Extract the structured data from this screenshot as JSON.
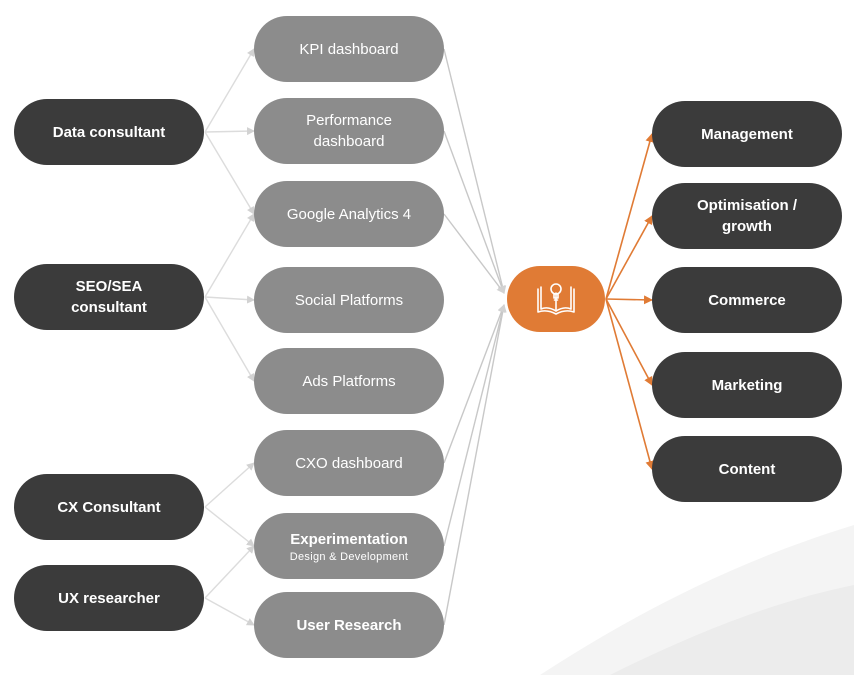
{
  "roles": [
    {
      "id": "data",
      "label": "Data consultant"
    },
    {
      "id": "seo",
      "label": "SEO/SEA\nconsultant"
    },
    {
      "id": "cx",
      "label": "CX Consultant"
    },
    {
      "id": "ux",
      "label": "UX researcher"
    }
  ],
  "tools": [
    {
      "id": "kpi",
      "label": "KPI dashboard"
    },
    {
      "id": "perf",
      "label": "Performance\ndashboard"
    },
    {
      "id": "ga4",
      "label": "Google Analytics 4"
    },
    {
      "id": "social",
      "label": "Social Platforms"
    },
    {
      "id": "ads",
      "label": "Ads Platforms"
    },
    {
      "id": "cxo",
      "label": "CXO dashboard"
    },
    {
      "id": "exp",
      "label": "Experimentation",
      "sublabel": "Design & Development"
    },
    {
      "id": "ur",
      "label": "User Research"
    }
  ],
  "hub": {
    "icon": "book-lightbulb-icon"
  },
  "outcomes": [
    {
      "id": "mgmt",
      "label": "Management"
    },
    {
      "id": "opt",
      "label": "Optimisation /\ngrowth"
    },
    {
      "id": "commerce",
      "label": "Commerce"
    },
    {
      "id": "marketing",
      "label": "Marketing"
    },
    {
      "id": "content",
      "label": "Content"
    }
  ],
  "connections": {
    "role_to_tool": [
      [
        "data",
        "kpi"
      ],
      [
        "data",
        "perf"
      ],
      [
        "data",
        "ga4"
      ],
      [
        "seo",
        "ga4"
      ],
      [
        "seo",
        "social"
      ],
      [
        "seo",
        "ads"
      ],
      [
        "cx",
        "cxo"
      ],
      [
        "cx",
        "exp"
      ],
      [
        "ux",
        "exp"
      ],
      [
        "ux",
        "ur"
      ]
    ],
    "tool_to_hub": [
      "kpi",
      "perf",
      "ga4",
      "cxo",
      "exp",
      "ur"
    ],
    "hub_to_outcome": [
      "mgmt",
      "opt",
      "commerce",
      "marketing",
      "content"
    ]
  },
  "colors": {
    "role": "#3b3b3b",
    "tool": "#8c8c8c",
    "hub": "#e07b35",
    "outcome": "#3b3b3b",
    "connector_gray": "#c8c8c8",
    "connector_orange": "#e07b35"
  }
}
